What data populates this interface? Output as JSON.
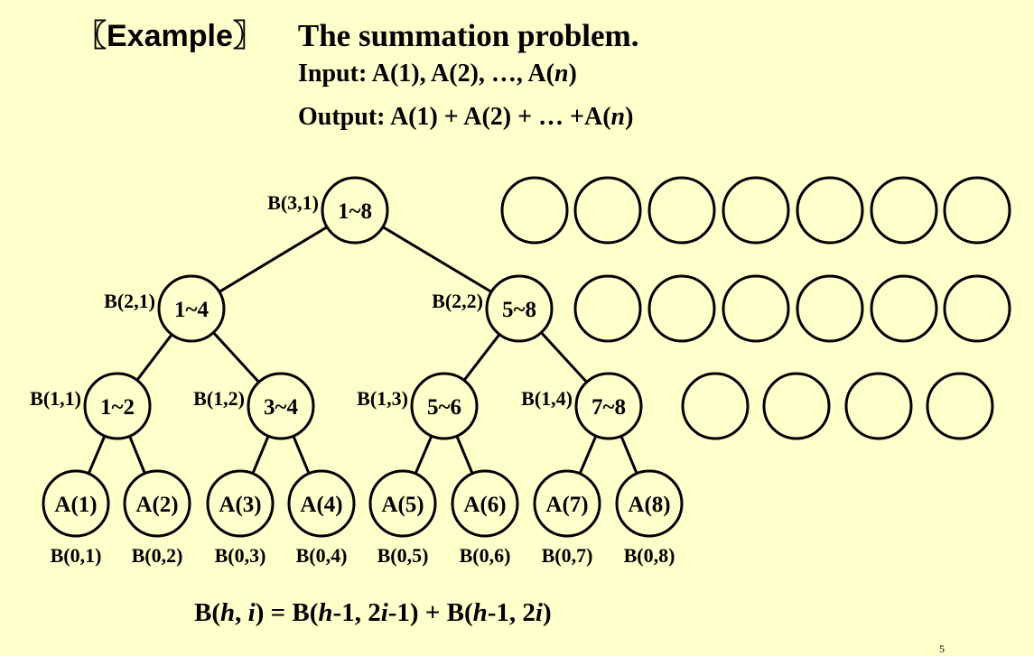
{
  "heading": {
    "example_tag": "〖Example〗",
    "title": "The summation problem."
  },
  "io": {
    "input_label": "Input:",
    "input_value": "A(1), A(2), …, A(n)",
    "output_label": "Output:",
    "output_value": "A(1) + A(2) + … +A(n)"
  },
  "formula": "B(h, i) = B(h-1, 2i-1) + B(h-1, 2i)",
  "page_number": "5",
  "tree": {
    "levels": [
      {
        "level": 3,
        "nodes": [
          {
            "label": "1~8",
            "b_label": "B(3,1)"
          }
        ],
        "empty_circles": 7
      },
      {
        "level": 2,
        "nodes": [
          {
            "label": "1~4",
            "b_label": "B(2,1)"
          },
          {
            "label": "5~8",
            "b_label": "B(2,2)"
          }
        ],
        "empty_circles": 6
      },
      {
        "level": 1,
        "nodes": [
          {
            "label": "1~2",
            "b_label": "B(1,1)"
          },
          {
            "label": "3~4",
            "b_label": "B(1,2)"
          },
          {
            "label": "5~6",
            "b_label": "B(1,3)"
          },
          {
            "label": "7~8",
            "b_label": "B(1,4)"
          }
        ],
        "empty_circles": 4
      },
      {
        "level": 0,
        "nodes": [
          {
            "label": "A(1)",
            "b_label": "B(0,1)"
          },
          {
            "label": "A(2)",
            "b_label": "B(0,2)"
          },
          {
            "label": "A(3)",
            "b_label": "B(0,3)"
          },
          {
            "label": "A(4)",
            "b_label": "B(0,4)"
          },
          {
            "label": "A(5)",
            "b_label": "B(0,5)"
          },
          {
            "label": "A(6)",
            "b_label": "B(0,6)"
          },
          {
            "label": "A(7)",
            "b_label": "B(0,7)"
          },
          {
            "label": "A(8)",
            "b_label": "B(0,8)"
          }
        ],
        "empty_circles": 0
      }
    ]
  }
}
